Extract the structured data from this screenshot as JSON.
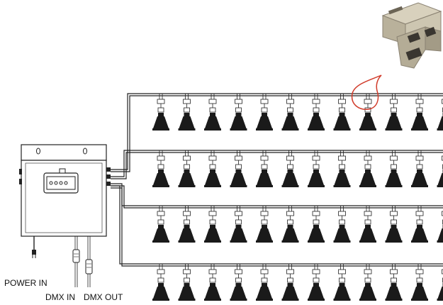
{
  "labels": {
    "power_in": "POWER IN",
    "dmx_in": "DMX IN",
    "dmx_out": "DMX OUT"
  },
  "diagram": {
    "rows": 4,
    "lamps_per_row_visible": 12,
    "highlighted": {
      "row": 1,
      "lamp": 9
    }
  },
  "components": {
    "controller_box": "controller-box",
    "rj45_splitter": "rj45-splitter",
    "lamp": "led-spot-lamp"
  },
  "colors": {
    "line": "#222222",
    "lamp_body": "#1a1a1a",
    "highlight": "#d13b2a",
    "splitter": "#c9c2ae"
  }
}
